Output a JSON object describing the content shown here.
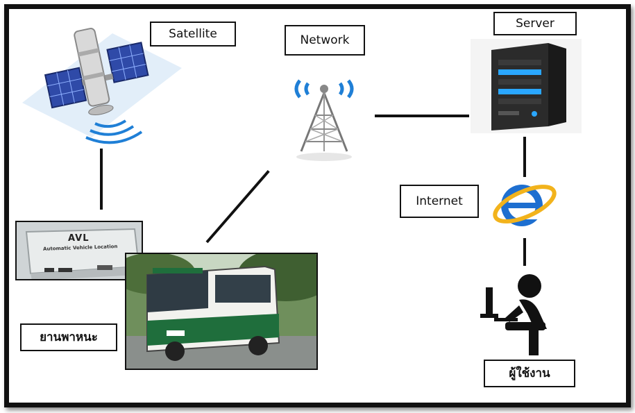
{
  "labels": {
    "satellite": "Satellite",
    "network": "Network",
    "server": "Server",
    "internet": "Internet",
    "vehicle": "ยานพาหนะ",
    "user": "ผู้ใช้งาน"
  },
  "avl_device": {
    "title": "AVL",
    "subtitle": "Automatic Vehicle Location"
  },
  "colors": {
    "frame": "#111111",
    "signal": "#1f7fd6",
    "server_body": "#2b2b2b",
    "server_light": "#2aa7ff",
    "bus_green": "#1f6e3c",
    "ie_blue": "#1e6fd0",
    "ie_gold": "#f2b31c"
  },
  "icons": {
    "satellite": "satellite-icon",
    "antenna": "cell-tower-icon",
    "server": "server-tower-icon",
    "internet": "internet-explorer-icon",
    "user": "person-at-computer-icon",
    "vehicle": "bus-photo",
    "device": "avl-device-photo"
  }
}
